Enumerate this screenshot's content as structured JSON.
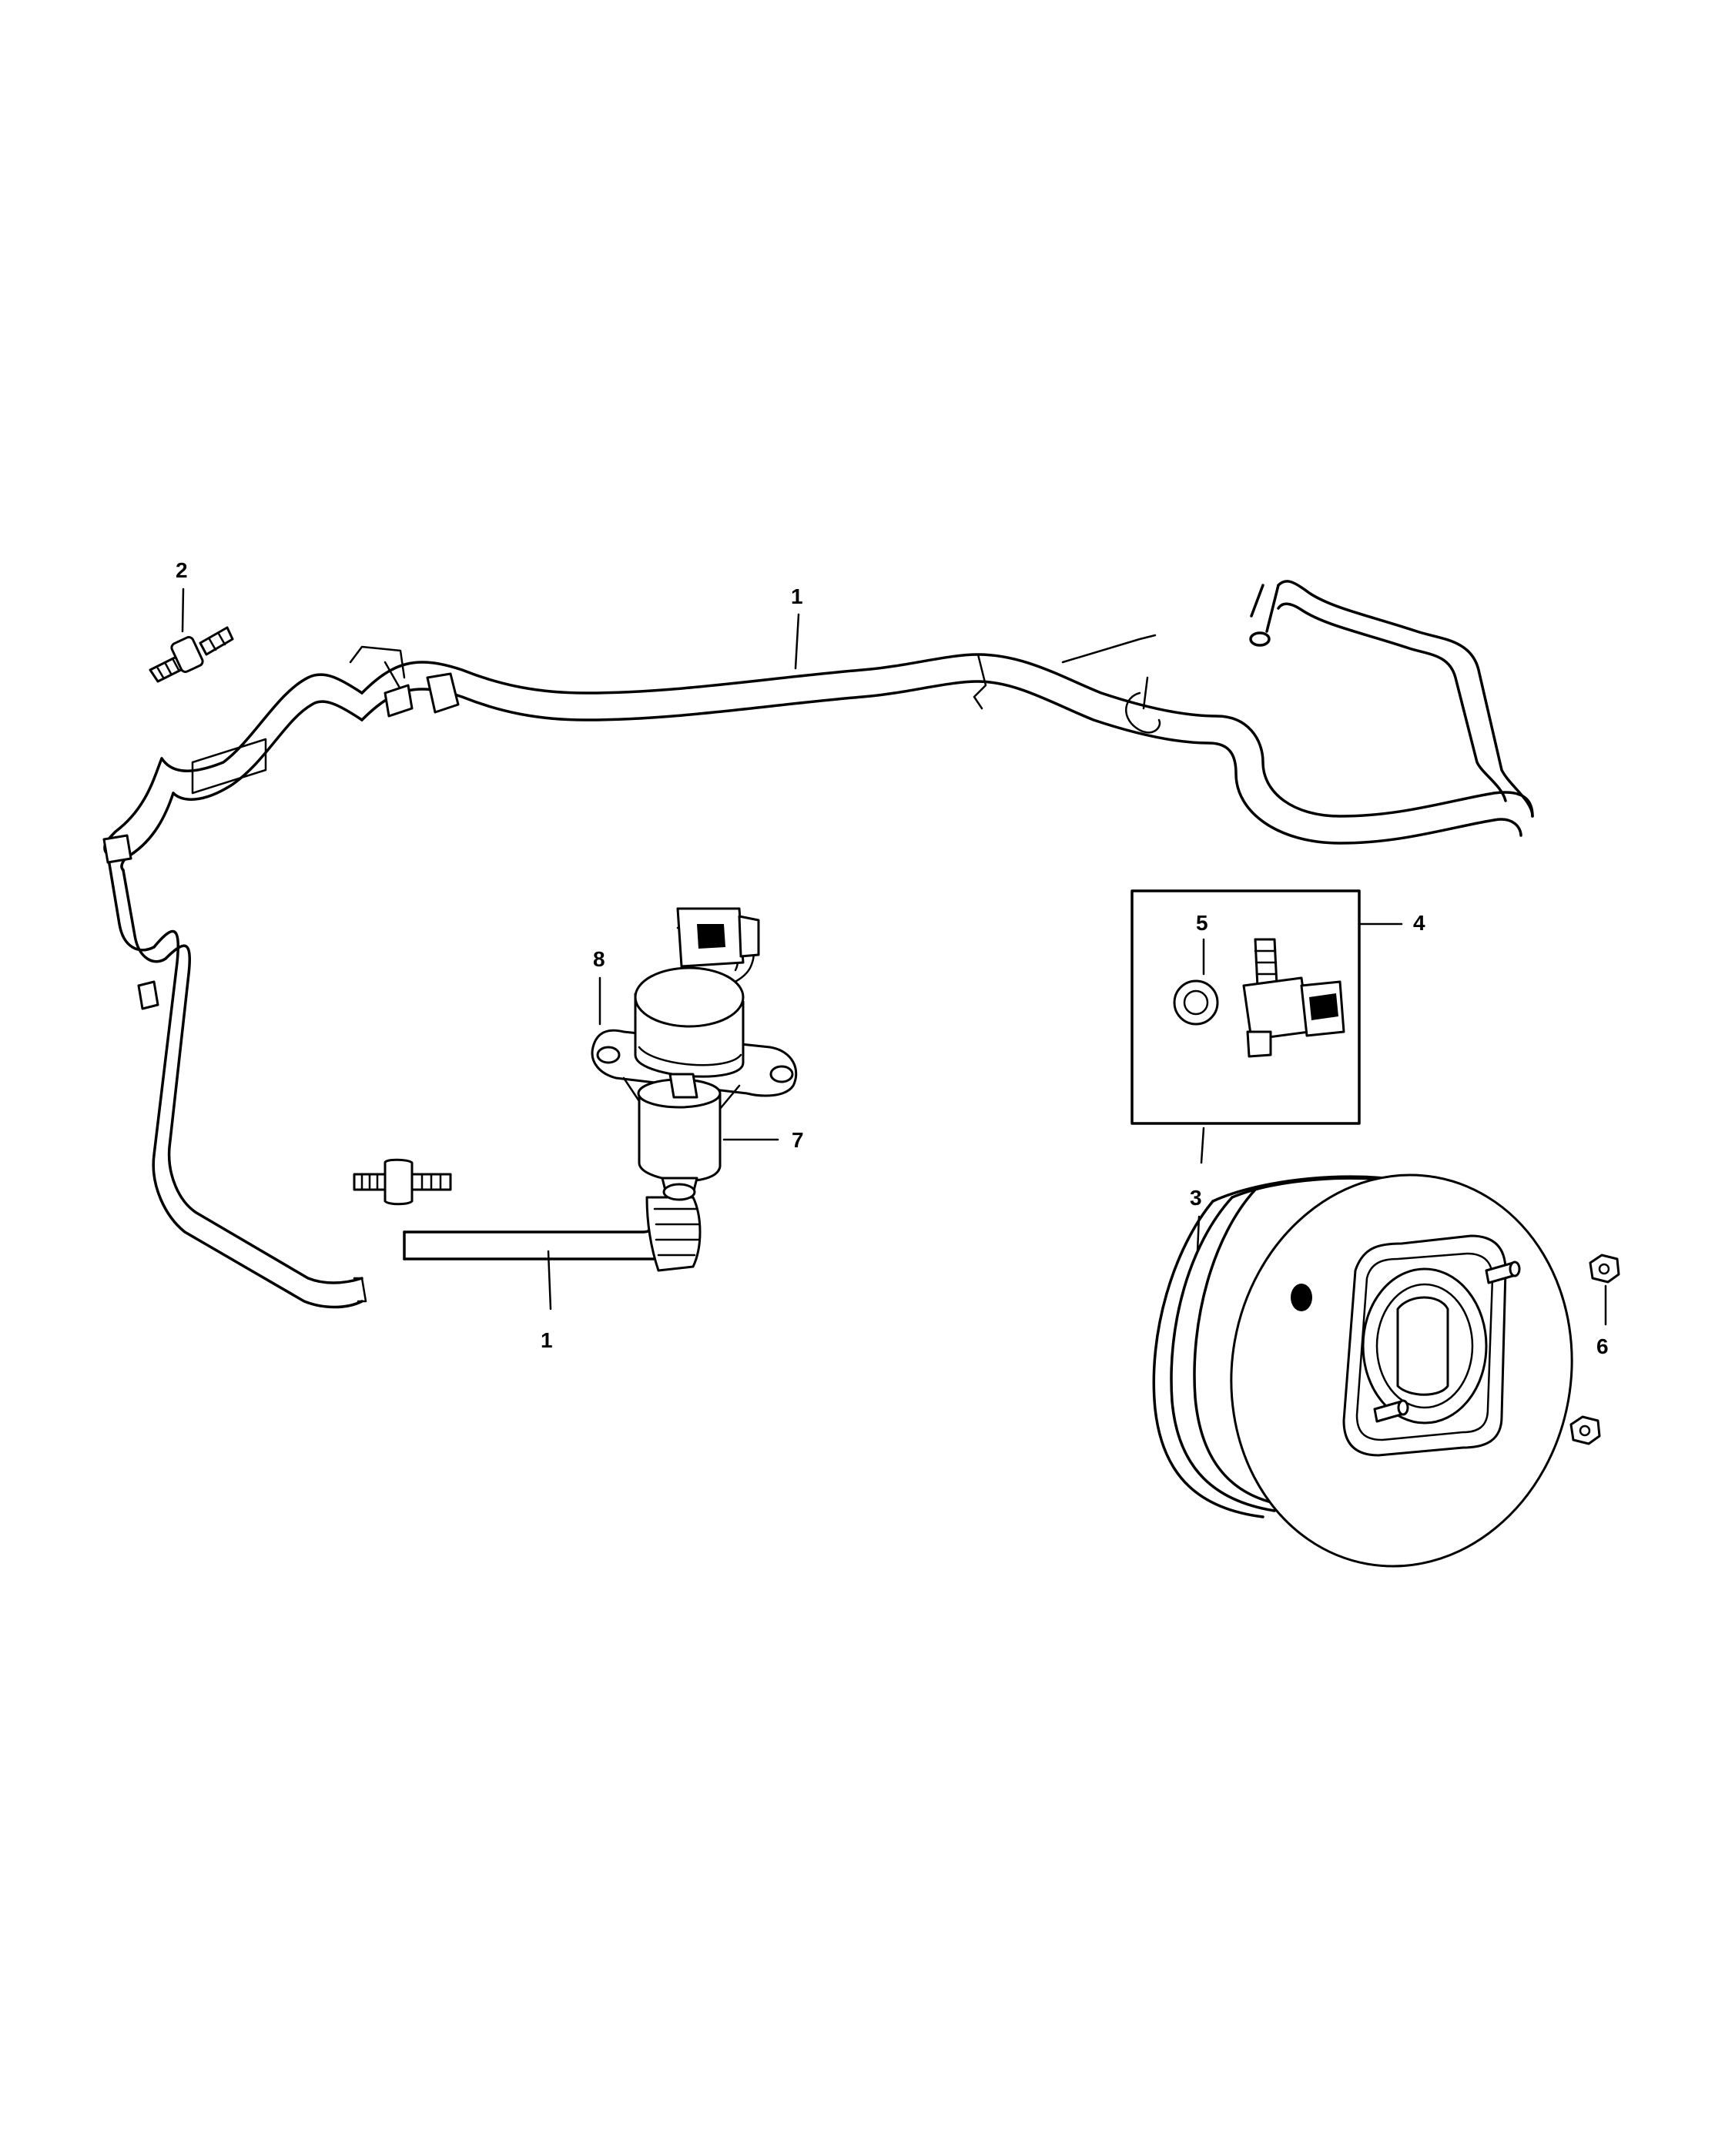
{
  "callouts": {
    "c1_top": "1",
    "c1_bottom": "1",
    "c2": "2",
    "c3": "3",
    "c4": "4",
    "c5": "5",
    "c6": "6",
    "c7": "7",
    "c8": "8"
  }
}
